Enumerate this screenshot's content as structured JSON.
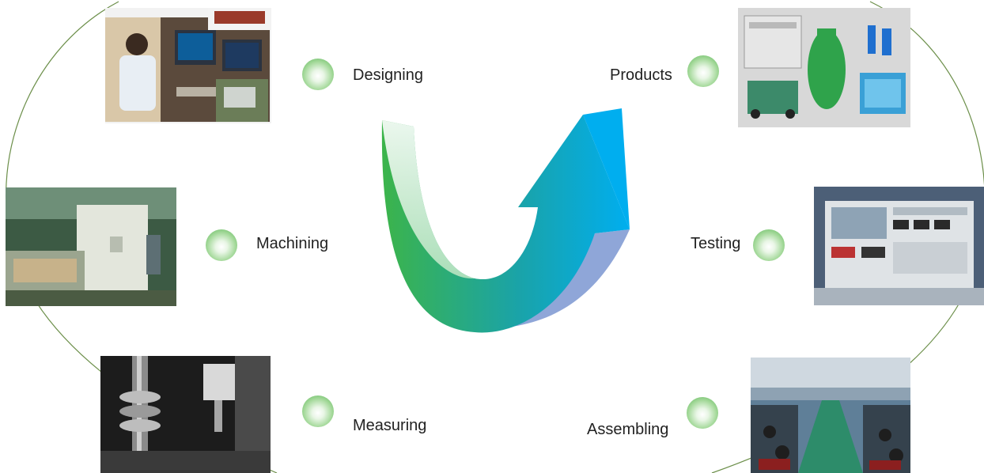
{
  "steps": [
    {
      "key": "designing",
      "label": "Designing"
    },
    {
      "key": "products",
      "label": "Products"
    },
    {
      "key": "machining",
      "label": "Machining"
    },
    {
      "key": "testing",
      "label": "Testing"
    },
    {
      "key": "measuring",
      "label": "Measuring"
    },
    {
      "key": "assembling",
      "label": "Assembling"
    }
  ],
  "colors": {
    "ellipse_stroke": "#6c8f4a",
    "bullet_green": "#55b352",
    "arrow_green": "#3cb44a",
    "arrow_teal": "#1aa3a8",
    "arrow_blue": "#00aeef",
    "arrow_shadow": "#8fa6d8"
  }
}
